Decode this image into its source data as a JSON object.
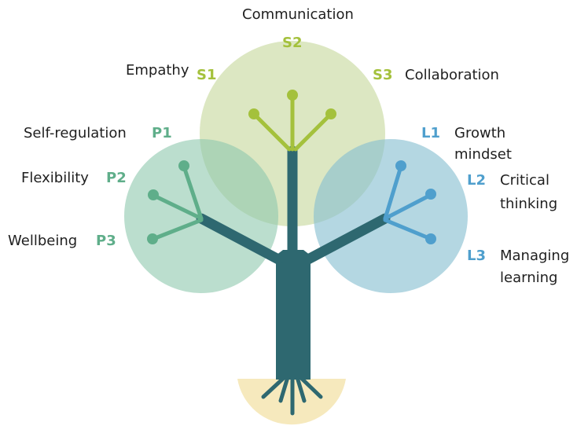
{
  "social": {
    "title": "Communication",
    "items": [
      {
        "code": "S1",
        "label": "Empathy"
      },
      {
        "code": "S2",
        "label": ""
      },
      {
        "code": "S3",
        "label": "Collaboration"
      }
    ]
  },
  "personal": {
    "items": [
      {
        "code": "P1",
        "label": "Self-regulation"
      },
      {
        "code": "P2",
        "label": "Flexibility"
      },
      {
        "code": "P3",
        "label": "Wellbeing"
      }
    ]
  },
  "learning": {
    "items": [
      {
        "code": "L1",
        "label_line1": "Growth",
        "label_line2": "mindset"
      },
      {
        "code": "L2",
        "label_line1": "Critical",
        "label_line2": "thinking"
      },
      {
        "code": "L3",
        "label_line1": "Managing",
        "label_line2": "learning"
      }
    ]
  },
  "colors": {
    "social": "#a4c13c",
    "personal": "#5fae8a",
    "learning": "#4f9fcd",
    "trunk": "#2e6870",
    "root_zone": "#f6e9bd"
  }
}
